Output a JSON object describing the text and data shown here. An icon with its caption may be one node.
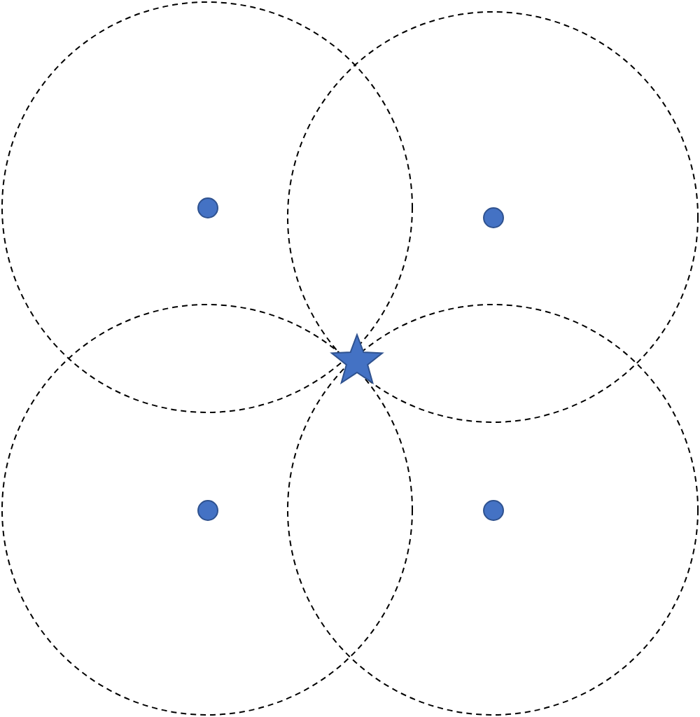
{
  "diagram": {
    "nodes": [
      {
        "text": [],
        "shape": "circle"
      },
      {
        "text": [],
        "shape": "circle"
      },
      {
        "text": [],
        "shape": "circle"
      },
      {
        "text": [],
        "shape": "circle"
      },
      {
        "text": [],
        "shape": "dot",
        "in": 0
      },
      {
        "text": [],
        "shape": "dot",
        "in": 1
      },
      {
        "text": [],
        "shape": "dot",
        "in": 2
      },
      {
        "text": [],
        "shape": "dot",
        "in": 3
      },
      {
        "text": [],
        "shape": "star"
      }
    ]
  }
}
